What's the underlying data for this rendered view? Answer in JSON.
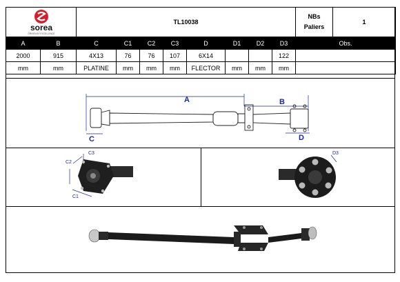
{
  "header": {
    "brand": "sorea",
    "brand_tagline": "DRIVEN BY EXCELLENCE",
    "title": "TL10038",
    "nbs_label_line1": "NBs",
    "nbs_label_line2": "Paliers",
    "nbs_value": "1"
  },
  "table": {
    "columns": [
      "A",
      "B",
      "C",
      "C1",
      "C2",
      "C3",
      "D",
      "D1",
      "D2",
      "D3",
      "Obs."
    ],
    "values": [
      "2000",
      "915",
      "4X13",
      "76",
      "76",
      "107",
      "6X14",
      "",
      "",
      "122",
      ""
    ],
    "units": [
      "mm",
      "mm",
      "PLATINE",
      "mm",
      "mm",
      "mm",
      "FLECTOR",
      "mm",
      "mm",
      "mm",
      ""
    ]
  },
  "diagram": {
    "label_a": "A",
    "label_b": "B",
    "label_c": "C",
    "label_d": "D",
    "label_c1": "C1",
    "label_c2": "C2",
    "label_c3": "C3",
    "label_d3": "D3"
  },
  "colors": {
    "brand_red": "#d4202a",
    "dimension_blue": "#1a2a9c",
    "shaft_black": "#1b1b1b"
  }
}
